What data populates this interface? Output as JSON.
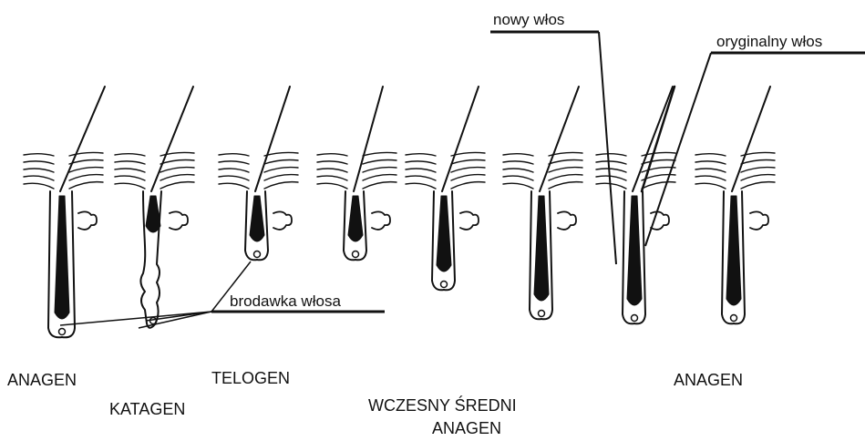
{
  "labels": {
    "new_hair": "nowy włos",
    "original_hair": "oryginalny włos",
    "dermal_papilla": "brodawka włosa"
  },
  "stages": {
    "anagen_left": "ANAGEN",
    "catagen": "KATAGEN",
    "telogen": "TELOGEN",
    "early_mid_anagen_line1": "WCZESNY ŚREDNI",
    "early_mid_anagen_line2": "ANAGEN",
    "anagen_right": "ANAGEN"
  },
  "colors": {
    "ink": "#111111",
    "background": "#ffffff"
  }
}
